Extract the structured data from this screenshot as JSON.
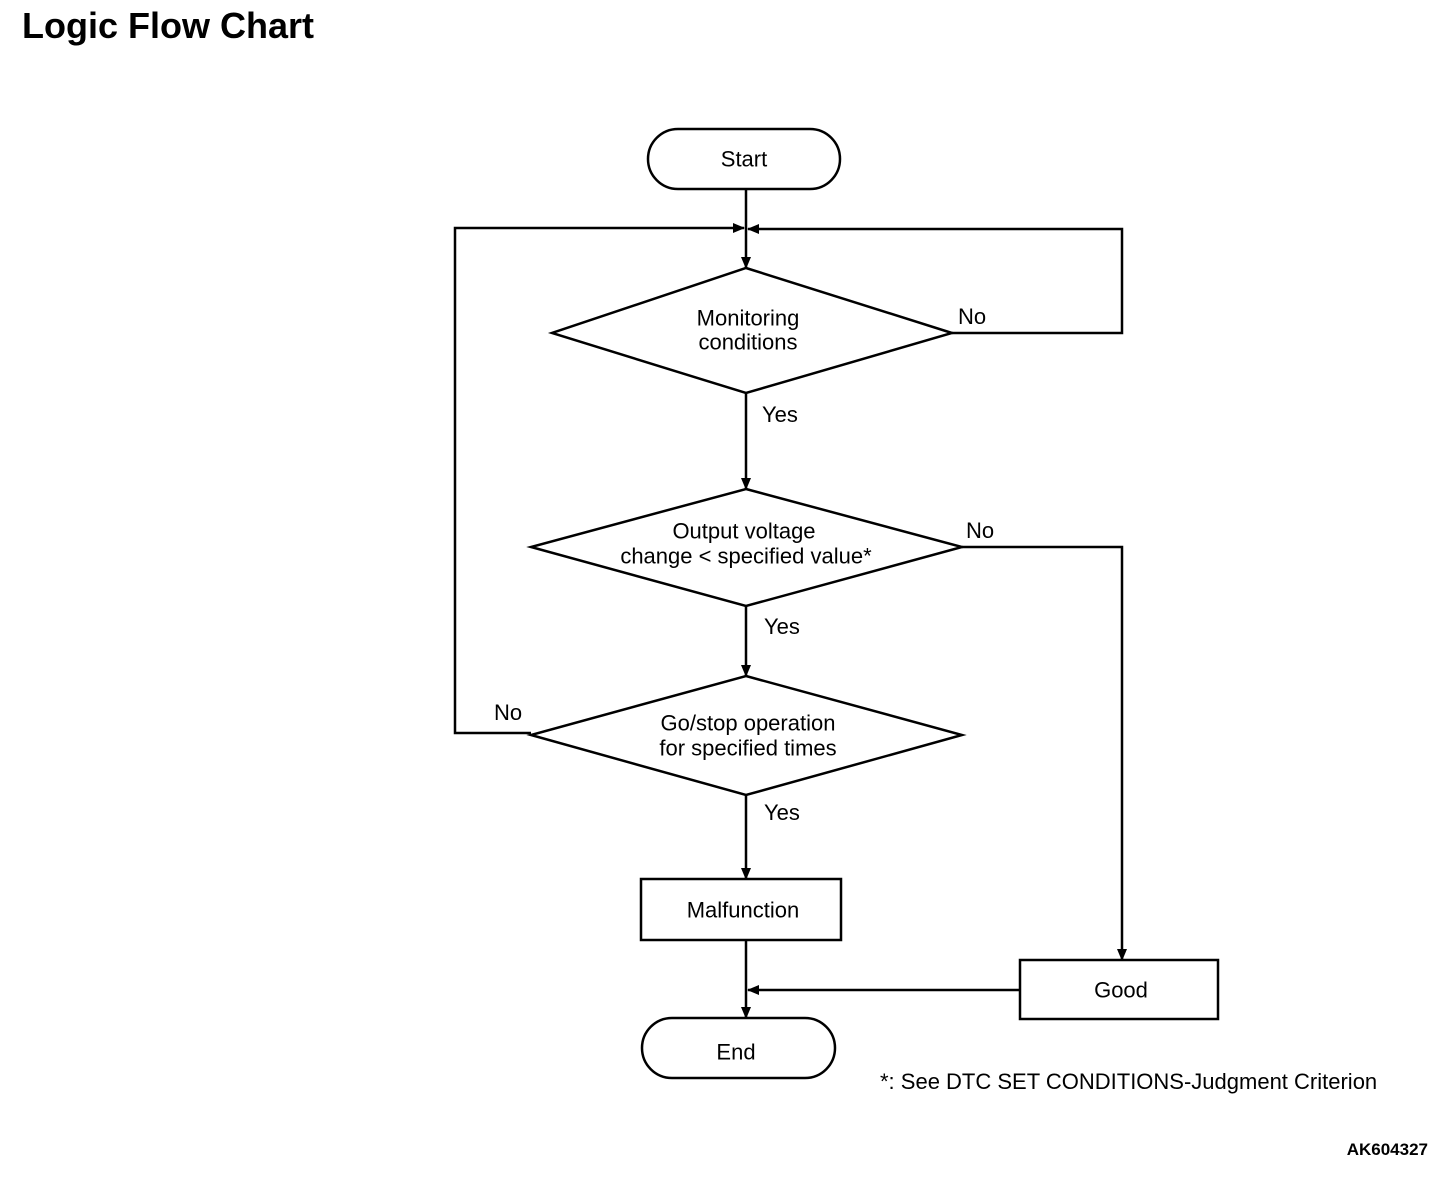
{
  "title": "Logic Flow Chart",
  "nodes": {
    "start": {
      "shape": "terminator",
      "lines": [
        "Start"
      ]
    },
    "monitoring": {
      "shape": "decision",
      "lines": [
        "Monitoring",
        "conditions"
      ]
    },
    "voltage": {
      "shape": "decision",
      "lines": [
        "Output voltage",
        "change < specified value*"
      ]
    },
    "gostop": {
      "shape": "decision",
      "lines": [
        "Go/stop operation",
        "for specified times"
      ]
    },
    "malfunction": {
      "shape": "process",
      "lines": [
        "Malfunction"
      ]
    },
    "good": {
      "shape": "process",
      "lines": [
        "Good"
      ]
    },
    "end": {
      "shape": "terminator",
      "lines": [
        "End"
      ]
    }
  },
  "edges": [
    {
      "from": "start",
      "to": "monitoring",
      "label": ""
    },
    {
      "from": "monitoring",
      "to": "monitoring",
      "label": "No"
    },
    {
      "from": "monitoring",
      "to": "voltage",
      "label": "Yes"
    },
    {
      "from": "voltage",
      "to": "good",
      "label": "No"
    },
    {
      "from": "voltage",
      "to": "gostop",
      "label": "Yes"
    },
    {
      "from": "gostop",
      "to": "monitoring",
      "label": "No"
    },
    {
      "from": "gostop",
      "to": "malfunction",
      "label": "Yes"
    },
    {
      "from": "malfunction",
      "to": "end",
      "label": ""
    },
    {
      "from": "good",
      "to": "end",
      "label": ""
    }
  ],
  "footnote": "*: See DTC SET CONDITIONS-Judgment Criterion",
  "figure_code": "AK604327"
}
